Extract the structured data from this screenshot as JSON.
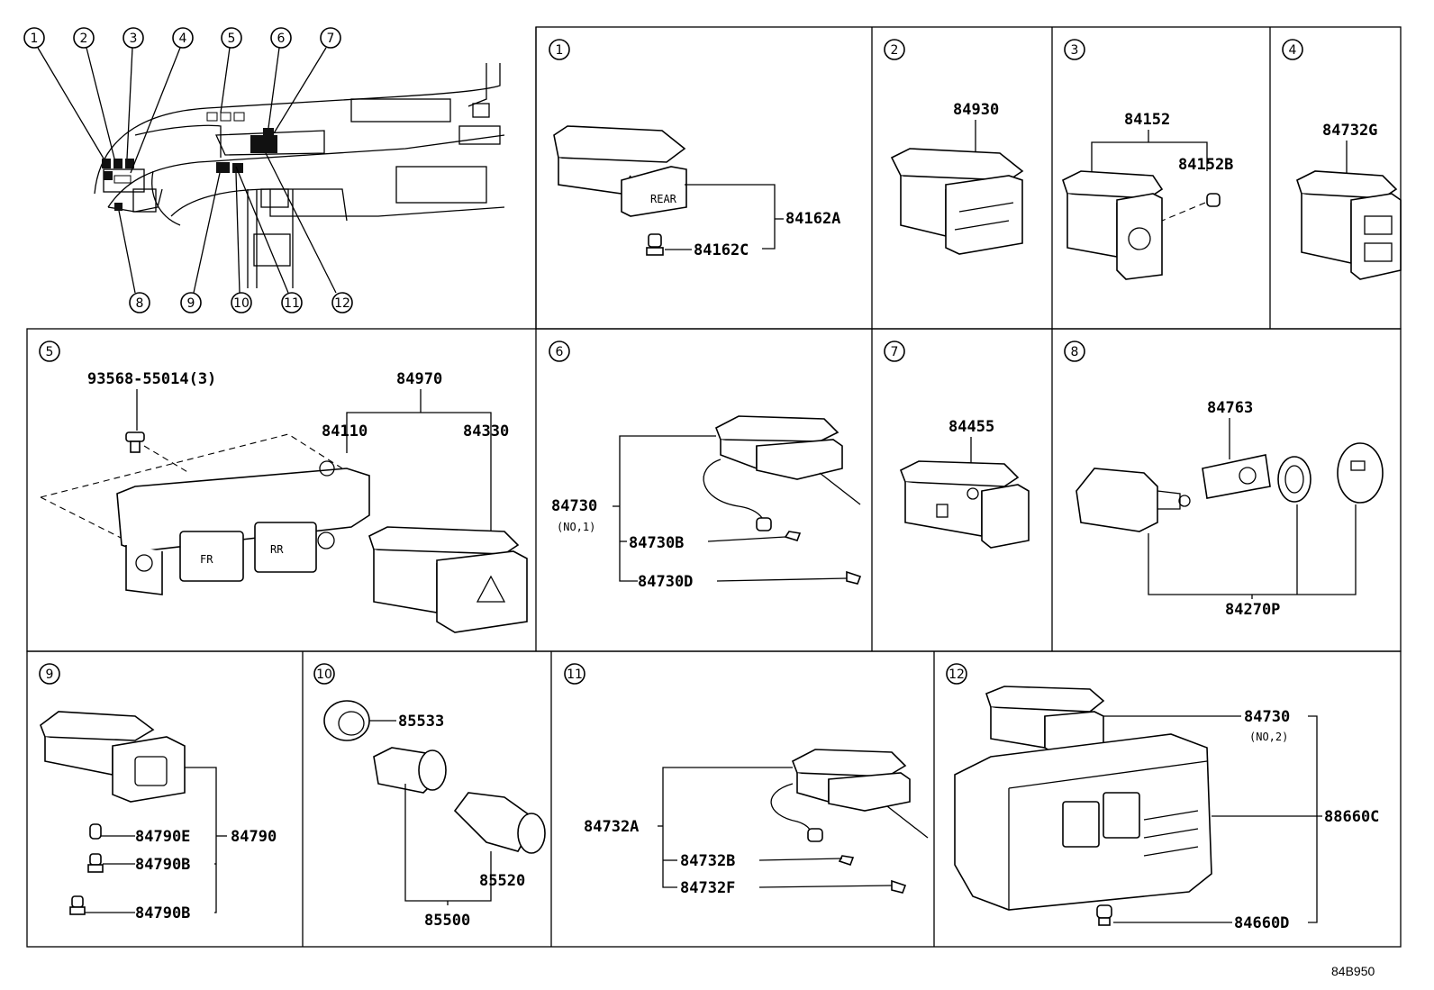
{
  "panels": [
    {
      "id": "1",
      "parts": [
        "84162A",
        "84162C"
      ]
    },
    {
      "id": "2",
      "parts": [
        "84930"
      ]
    },
    {
      "id": "3",
      "parts": [
        "84152",
        "84152B"
      ]
    },
    {
      "id": "4",
      "parts": [
        "84732G"
      ]
    },
    {
      "id": "5",
      "parts": [
        "93568-55014(3)",
        "84970",
        "84110",
        "84330"
      ]
    },
    {
      "id": "6",
      "parts": [
        "84730",
        "(NO,1)",
        "84730B",
        "84730D"
      ]
    },
    {
      "id": "7",
      "parts": [
        "84455"
      ]
    },
    {
      "id": "8",
      "parts": [
        "84763",
        "84270P"
      ]
    },
    {
      "id": "9",
      "parts": [
        "84790E",
        "84790",
        "84790B",
        "84790B"
      ]
    },
    {
      "id": "10",
      "parts": [
        "85533",
        "85520",
        "85500"
      ]
    },
    {
      "id": "11",
      "parts": [
        "84732A",
        "84732B",
        "84732F"
      ]
    },
    {
      "id": "12",
      "parts": [
        "84730",
        "(NO,2)",
        "88660C",
        "84660D"
      ]
    }
  ],
  "overview_callouts": [
    "1",
    "2",
    "3",
    "4",
    "5",
    "6",
    "7",
    "8",
    "9",
    "10",
    "11",
    "12"
  ],
  "part_texts": {
    "fr": "FR",
    "rr": "RR",
    "rear": "REAR"
  },
  "reference_code": "84B950"
}
